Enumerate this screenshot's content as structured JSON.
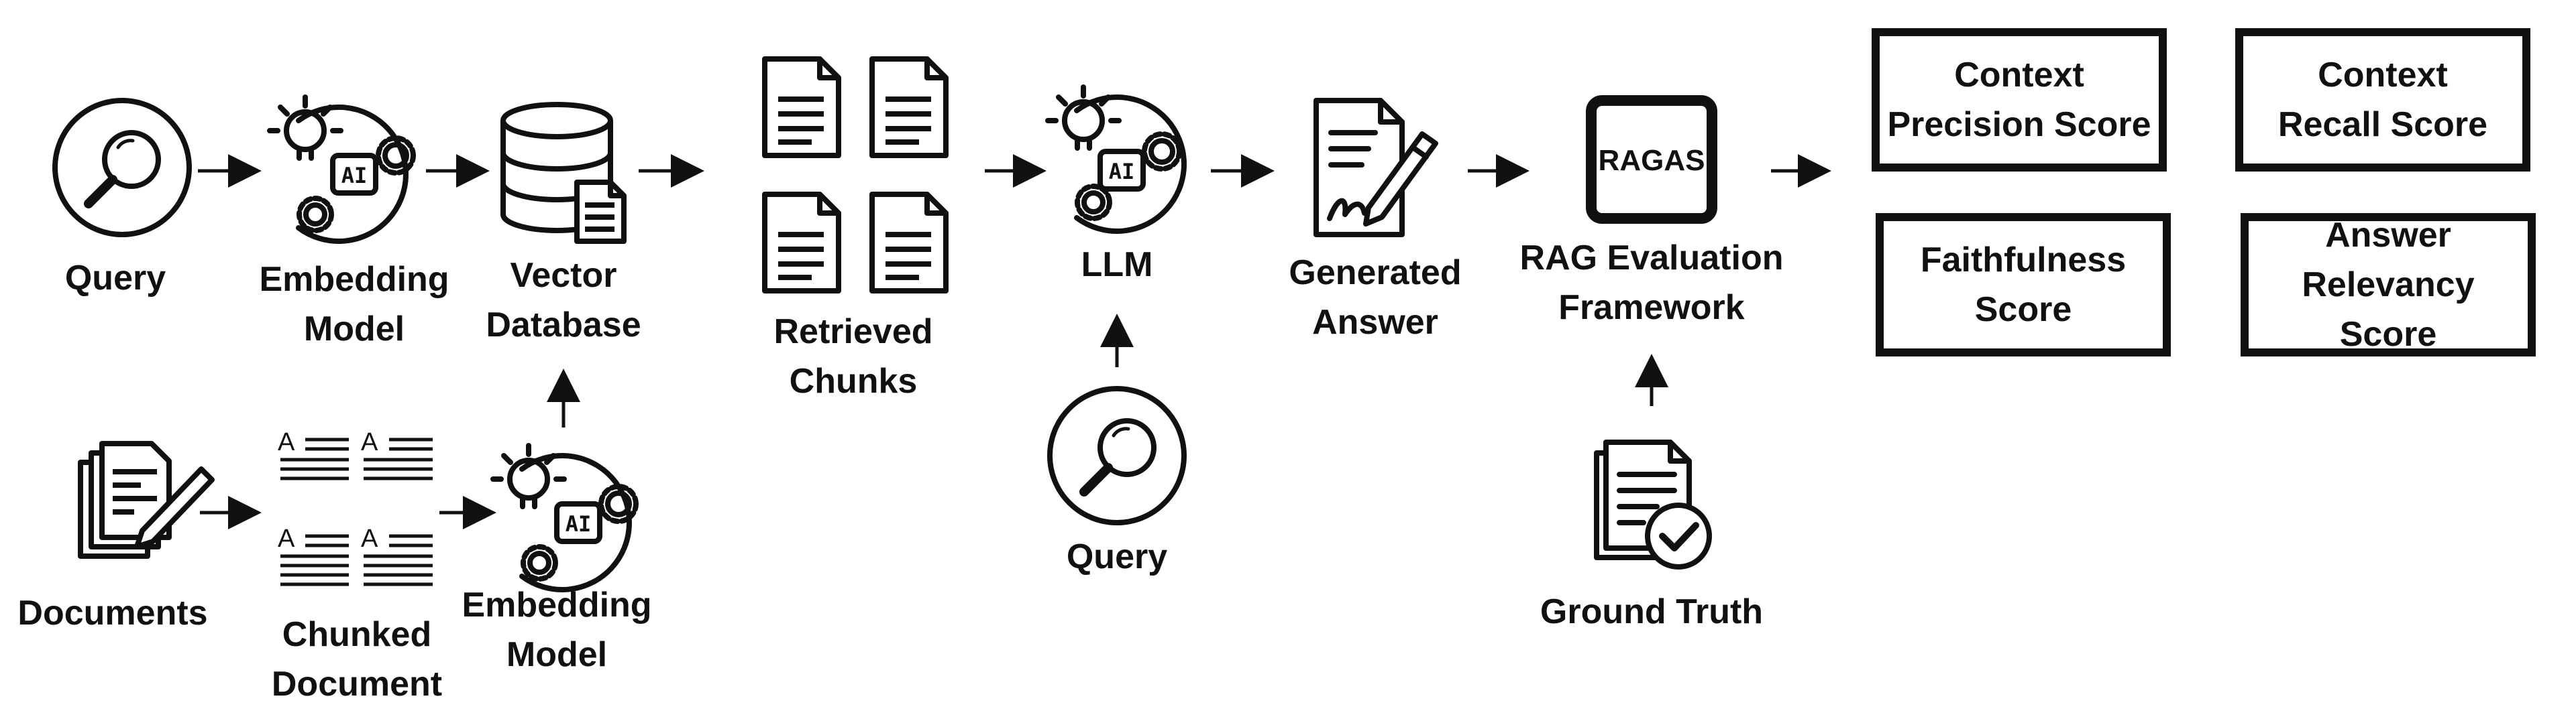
{
  "query_left": "Query",
  "embedding_model_top": [
    "Embedding",
    "Model"
  ],
  "vector_database": [
    "Vector",
    "Database"
  ],
  "documents": "Documents",
  "chunked_document": [
    "Chunked",
    "Document"
  ],
  "embedding_model_bottom": [
    "Embedding",
    "Model"
  ],
  "retrieved_chunks": [
    "Retrieved",
    "Chunks"
  ],
  "llm": "LLM",
  "query_bottom": "Query",
  "generated_answer": [
    "Generated",
    "Answer"
  ],
  "ragas_logo": "RAGAS",
  "rag_framework": [
    "RAG Evaluation",
    "Framework"
  ],
  "ground_truth": "Ground Truth",
  "ai_badge": "AI",
  "chunk_letter": "A",
  "metrics": [
    [
      "Context",
      "Precision Score"
    ],
    [
      "Context",
      "Recall Score"
    ],
    [
      "Faithfulness",
      "Score"
    ],
    [
      "Answer",
      "Relevancy Score"
    ]
  ]
}
